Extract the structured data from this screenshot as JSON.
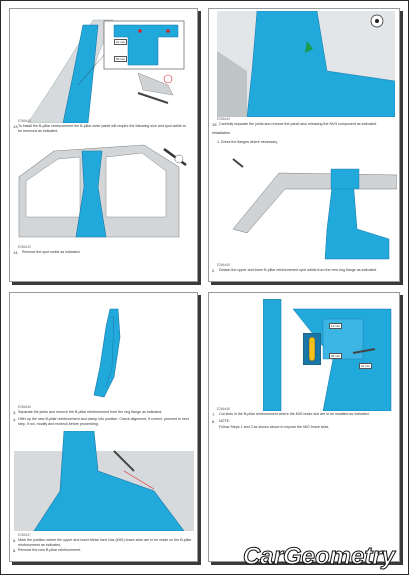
{
  "pages": {
    "p1": {
      "fig1_callout_a": "21 mm",
      "fig1_callout_b": "50 mm",
      "step1_code": "E266443",
      "step1_num": "13.",
      "step1_text": "To install the B-pillar reinforcement the B-pillar outer panel will require the following size and spot welds to be removed as indicated.",
      "step2_code": "E266443",
      "step2_num": "14.",
      "step2_text": "Remove the spot welds as indicated."
    },
    "p2": {
      "step1_code": "E266444",
      "step1_num": "15.",
      "step1_text": "Carefully separate the joints and remove the panel also releasing the NVH component as indicated.",
      "installation_header": "Installation",
      "sub1": "1.  Dress the flanges where necessary.",
      "step2_code": "E266445",
      "step2_num": "2.",
      "step2_text": "Detach the upper and lower B-pillar reinforcement spot welds from the new ring flange as indicated."
    },
    "p3": {
      "step1_code": "E266446",
      "step1_num": "3.",
      "step1_text": "Separate the joints and remove the B-pillar reinforcement from the ring flange as indicated.",
      "step2_num": "4.",
      "step2_text": "Offer up the new B-pillar reinforcement and clamp into position. Check alignment, if correct, proceed to next step, if not, modify and recheck before proceeding.",
      "step3_code": "E266447",
      "step3_num": "5.",
      "step3_text": "Mark the position where the upper and lower Metal Inert Gas (MIG) braze slots are to be made on the B-pillar reinforcement as indicated.",
      "step4_num": "6.",
      "step4_text": "Remove the new B-pillar reinforcement."
    },
    "p4": {
      "callout_a": "12 mm",
      "callout_b": "25 mm",
      "callout_c": "10 mm",
      "step1_code": "E266448",
      "step1_num": "7.",
      "step1_text": "Cut slots in the B-pillar reinforcement where the MIG braze slot are to be installed as indicated.",
      "step2_num": "8.",
      "step2_text": "NOTE:",
      "step3_text": "Follow Steps 1 and 2 as shown above to expose the MIG braze slots."
    }
  },
  "watermark": {
    "text": "CarGeometry"
  },
  "colors": {
    "panel_blue": "#22a9dc",
    "panel_blue_dark": "#1677a8",
    "body_grey": "#cfd3d6",
    "callout_red": "#d8232a"
  }
}
